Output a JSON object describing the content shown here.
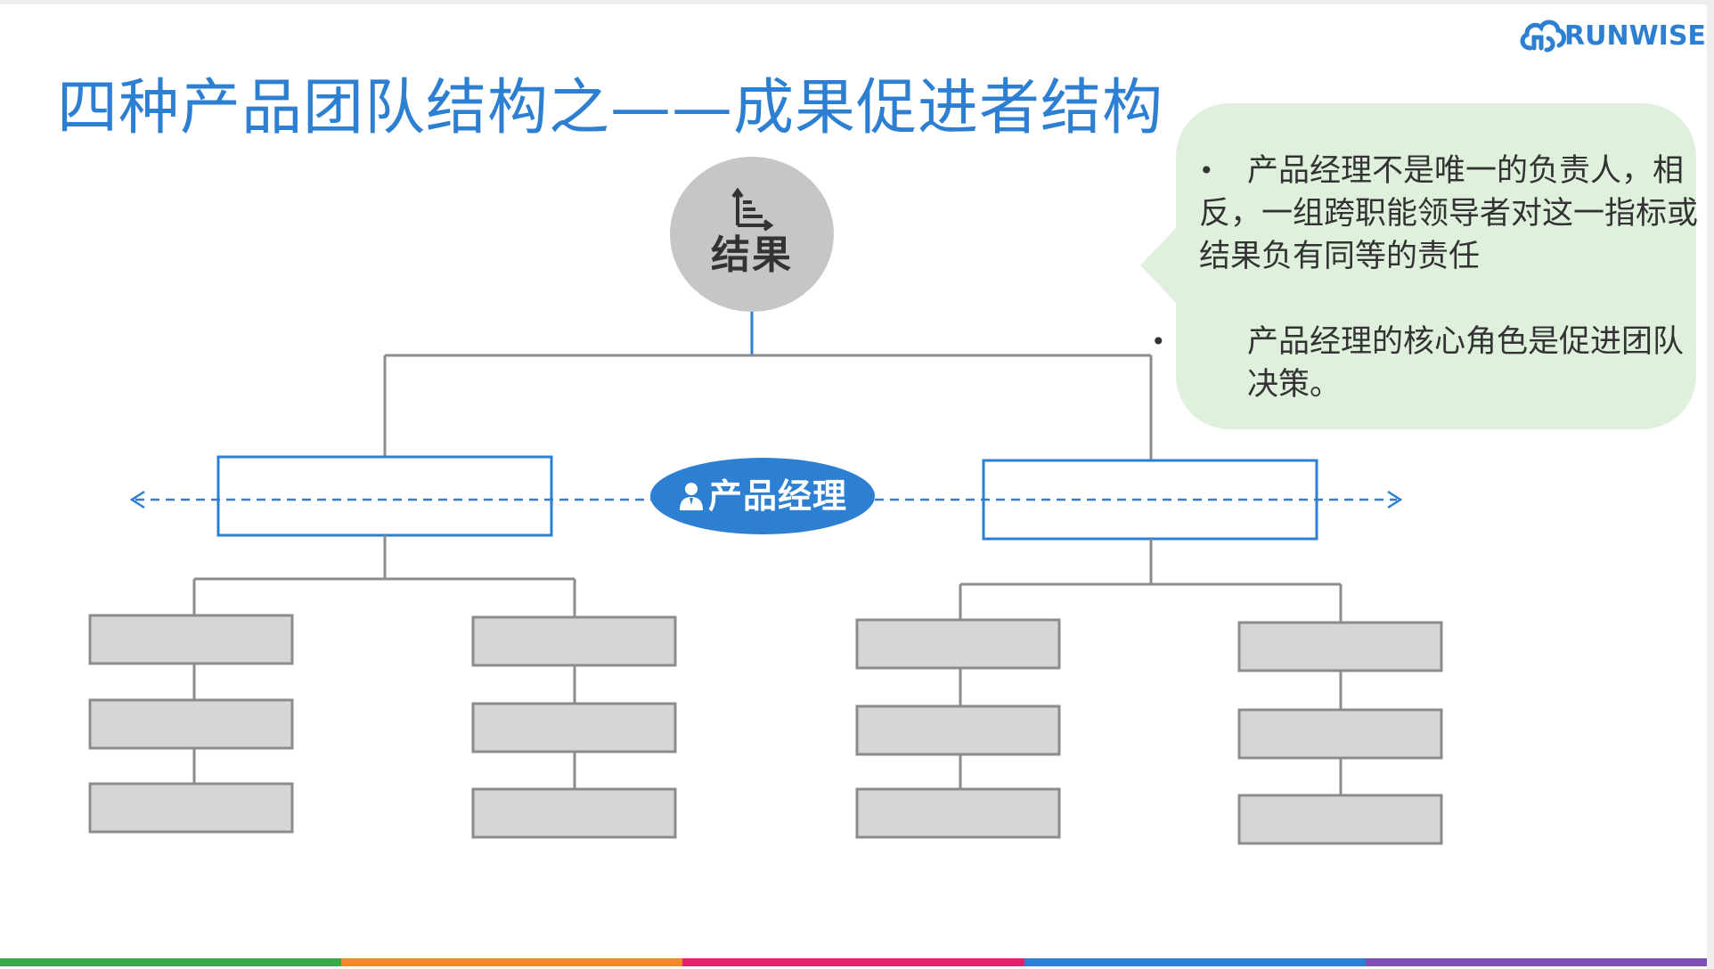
{
  "title": "四种产品团队结构之——成果促进者结构",
  "logo": {
    "text": "RUNWISE"
  },
  "diagram": {
    "result_label": "结果",
    "pm_label": "产品经理"
  },
  "callout": {
    "items": [
      "产品经理不是唯一的负责人，相反，一组跨职能领导者对这一指标或结果负有同等的责任",
      "产品经理的核心角色是促进团队决策。"
    ]
  },
  "colors": {
    "accent": "#2d7fd1",
    "node_fill": "#d6d6d6",
    "node_border": "#8c8c8c",
    "result_fill": "#c6c6c6",
    "callout_fill": "#dff0dd",
    "bottom_bar": [
      "#3aa84a",
      "#f08a24",
      "#e4206e",
      "#2d7fd1",
      "#7d4fb5"
    ]
  }
}
